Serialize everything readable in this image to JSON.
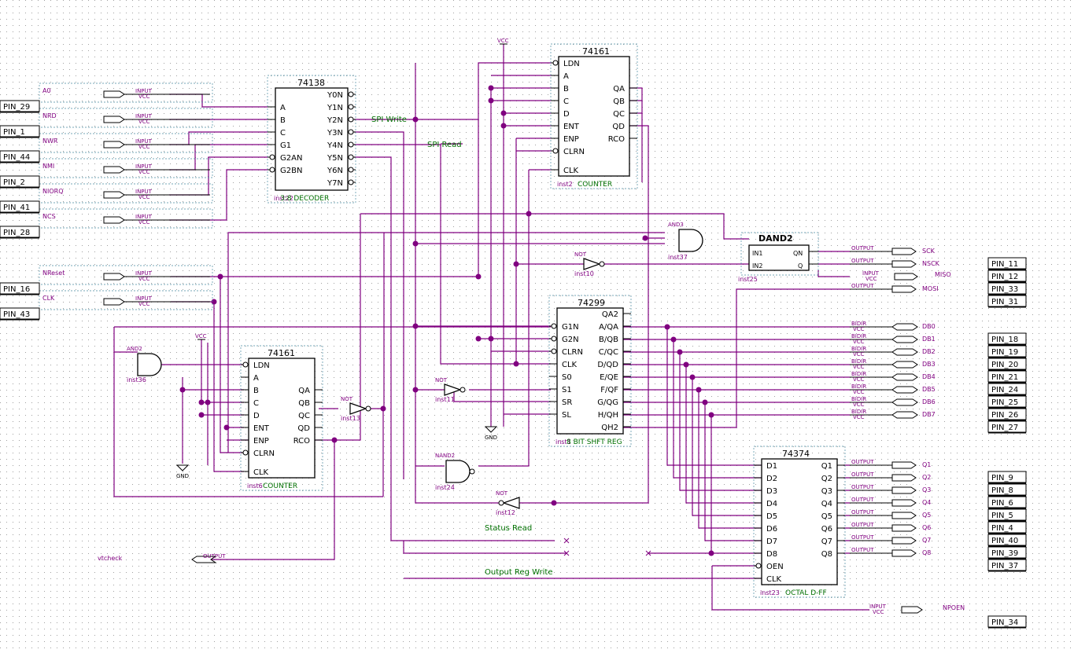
{
  "colors": {
    "wire": "#800080",
    "label_green": "#007000",
    "signal_purple": "#800080",
    "grid_dot": "#a0a0a0"
  },
  "sheet_pins_left": [
    "PIN_29",
    "PIN_1",
    "PIN_44",
    "PIN_2",
    "PIN_41",
    "PIN_28",
    "PIN_16",
    "PIN_43"
  ],
  "sheet_pins_right": [
    "PIN_11",
    "PIN_12",
    "PIN_33",
    "PIN_31",
    "PIN_18",
    "PIN_19",
    "PIN_20",
    "PIN_21",
    "PIN_24",
    "PIN_25",
    "PIN_26",
    "PIN_27",
    "PIN_9",
    "PIN_8",
    "PIN_6",
    "PIN_5",
    "PIN_4",
    "PIN_40",
    "PIN_39",
    "PIN_37",
    "PIN_34"
  ],
  "io_texts": {
    "input": "INPUT",
    "vcc": "VCC",
    "output": "OUTPUT",
    "bidir": "BIDIR",
    "gnd": "GND"
  },
  "inputs": [
    "A0",
    "NRD",
    "NWR",
    "NMI",
    "NIORQ",
    "NCS",
    "NReset",
    "CLK",
    "MISO",
    "NPOEN"
  ],
  "outputs": [
    "SCK",
    "NSCK",
    "MOSI",
    "vtcheck"
  ],
  "bidir": [
    "DB0",
    "DB1",
    "DB2",
    "DB3",
    "DB4",
    "DB5",
    "DB6",
    "DB7"
  ],
  "q_outputs": [
    "Q1",
    "Q2",
    "Q3",
    "Q4",
    "Q5",
    "Q6",
    "Q7",
    "Q8"
  ],
  "net_labels": [
    "SPI Write",
    "SPI Read",
    "Status Read",
    "Output Reg Write"
  ],
  "components": {
    "dec": {
      "part": "74138",
      "inst": "inst22",
      "desc": "3:8 DECODER",
      "pins_left": [
        "A",
        "B",
        "C",
        "G1",
        "G2AN",
        "G2BN"
      ],
      "pins_right": [
        "Y0N",
        "Y1N",
        "Y2N",
        "Y3N",
        "Y4N",
        "Y5N",
        "Y6N",
        "Y7N"
      ]
    },
    "cnt1": {
      "part": "74161",
      "inst": "inst2",
      "desc": "COUNTER",
      "pins_left": [
        "LDN",
        "A",
        "B",
        "C",
        "D",
        "ENT",
        "ENP",
        "CLRN",
        "CLK"
      ],
      "pins_right": [
        "QA",
        "QB",
        "QC",
        "QD",
        "RCO"
      ]
    },
    "cnt2": {
      "part": "74161",
      "inst": "inst6",
      "desc": "COUNTER",
      "pins_left": [
        "LDN",
        "A",
        "B",
        "C",
        "D",
        "ENT",
        "ENP",
        "CLRN",
        "CLK"
      ],
      "pins_right": [
        "QA",
        "QB",
        "QC",
        "QD",
        "RCO"
      ]
    },
    "shft": {
      "part": "74299",
      "inst": "inst1",
      "desc": "8 BIT SHFT REG",
      "pins_left": [
        "G1N",
        "G2N",
        "CLRN",
        "CLK",
        "S0",
        "S1",
        "SR",
        "SL"
      ],
      "pins_right": [
        "QA2",
        "A/QA",
        "B/QB",
        "C/QC",
        "D/QD",
        "E/QE",
        "F/QF",
        "G/QG",
        "H/QH",
        "QH2"
      ]
    },
    "oct": {
      "part": "74374",
      "inst": "inst23",
      "desc": "OCTAL D-FF",
      "pins_left": [
        "D1",
        "D2",
        "D3",
        "D4",
        "D5",
        "D6",
        "D7",
        "D8",
        "OEN",
        "CLK"
      ],
      "pins_right": [
        "Q1",
        "Q2",
        "Q3",
        "Q4",
        "Q5",
        "Q6",
        "Q7",
        "Q8"
      ]
    },
    "dand": {
      "part": "DAND2",
      "inst": "inst25",
      "pins_left": [
        "IN1",
        "IN2"
      ],
      "pins_right": [
        "QN",
        "Q"
      ]
    },
    "and3": {
      "part": "AND3",
      "inst": "inst37"
    },
    "and2": {
      "part": "AND2",
      "inst": "inst36"
    },
    "nand2": {
      "part": "NAND2",
      "inst": "inst24"
    },
    "not10": {
      "part": "NOT",
      "inst": "inst10"
    },
    "not11": {
      "part": "NOT",
      "inst": "inst11"
    },
    "not12": {
      "part": "NOT",
      "inst": "inst12"
    },
    "not13": {
      "part": "NOT",
      "inst": "inst13"
    }
  }
}
